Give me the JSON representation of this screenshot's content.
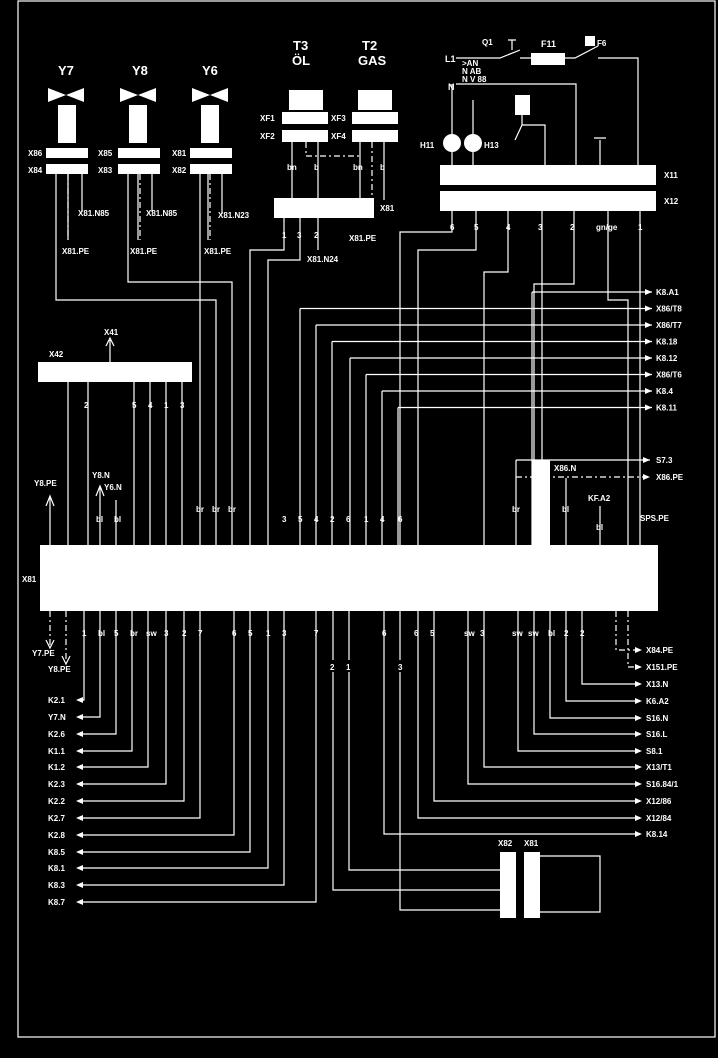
{
  "components": {
    "valves": [
      {
        "tag": "Y7",
        "conn_top": "X86",
        "conn_bottom": "X84",
        "gnd_n": "X81.N85",
        "gnd_pe": "X81.PE"
      },
      {
        "tag": "Y8",
        "conn_top": "X85",
        "conn_bottom": "X83",
        "gnd_n": "X81.N85",
        "gnd_pe": "X81.PE"
      },
      {
        "tag": "Y6",
        "conn_top": "X81",
        "conn_bottom": "X82",
        "gnd_n": "X81.N23",
        "gnd_pe": "X81.PE"
      }
    ],
    "sensors": [
      {
        "tag": "T3",
        "sub": "ÖL",
        "conn_top": "XF1",
        "conn_bottom": "XF2"
      },
      {
        "tag": "T2",
        "sub": "GAS",
        "conn_top": "XF3",
        "conn_bottom": "XF4"
      }
    ],
    "sensor_wires": [
      "bn",
      "b",
      "bn",
      "b"
    ],
    "sensor_terminal": {
      "tag": "X81",
      "pins": [
        "1",
        "3",
        "2"
      ],
      "pe": "X81.PE",
      "n": "X81.N24"
    },
    "supply": {
      "l": "L1",
      "n": "N",
      "q1": "Q1",
      "fuse": "F11",
      "f6": "F6",
      "ratings": [
        ">AN",
        "N AB",
        "N V 88"
      ]
    },
    "lamps": [
      "H11",
      "H13"
    ],
    "relay_strip": {
      "top": "X11",
      "bottom": "X12",
      "pins": [
        "6",
        "5",
        "4",
        "3",
        "2",
        "gn/ge",
        "1"
      ]
    },
    "x42": {
      "tag": "X42",
      "up": "X41",
      "pins": [
        "2",
        "5",
        "4",
        "1",
        "3"
      ]
    },
    "main_block": {
      "tag": "X81"
    }
  },
  "right_top_labels": [
    "K8.A1",
    "X86/T8",
    "X86/T7",
    "K8.18",
    "K8.12",
    "X86/T6",
    "K8.4",
    "K8.11"
  ],
  "right_mid_labels": [
    "S7.3",
    "X86.N",
    "X86.PE",
    "KF.A2",
    "SPS.PE"
  ],
  "top_side_labels": [
    "Y8.PE",
    "Y8.N",
    "Y6.N",
    "bl",
    "bl",
    "br",
    "br",
    "br",
    "bl",
    "br",
    "bl"
  ],
  "top_pins": [
    "3",
    "5",
    "4",
    "2",
    "6",
    "1",
    "4",
    "6"
  ],
  "bottom_pins": [
    "1",
    "bl",
    "5",
    "br",
    "sw",
    "3",
    "2",
    "7",
    "6",
    "5",
    "1",
    "3",
    "7",
    "6",
    "6",
    "5",
    "sw",
    "3",
    "sw",
    "sw",
    "bl",
    "2",
    "2"
  ],
  "bottom_sub": [
    "2",
    "1",
    "3"
  ],
  "left_bottom_labels": [
    "Y7.PE",
    "Y8.PE",
    "K2.1",
    "Y7.N",
    "K2.6",
    "K1.1",
    "K1.2",
    "K2.3",
    "K2.2",
    "K2.7",
    "K2.8",
    "K8.5",
    "K8.1",
    "K8.3",
    "K8.7"
  ],
  "right_bottom_labels": [
    "X84.PE",
    "X151.PE",
    "X13.N",
    "K6.A2",
    "S16.N",
    "S16.L",
    "S8.1",
    "X13/T1",
    "S16.84/1",
    "X12/86",
    "X12/84",
    "K8.14"
  ],
  "plug": {
    "left": "X82",
    "right": "X81"
  }
}
